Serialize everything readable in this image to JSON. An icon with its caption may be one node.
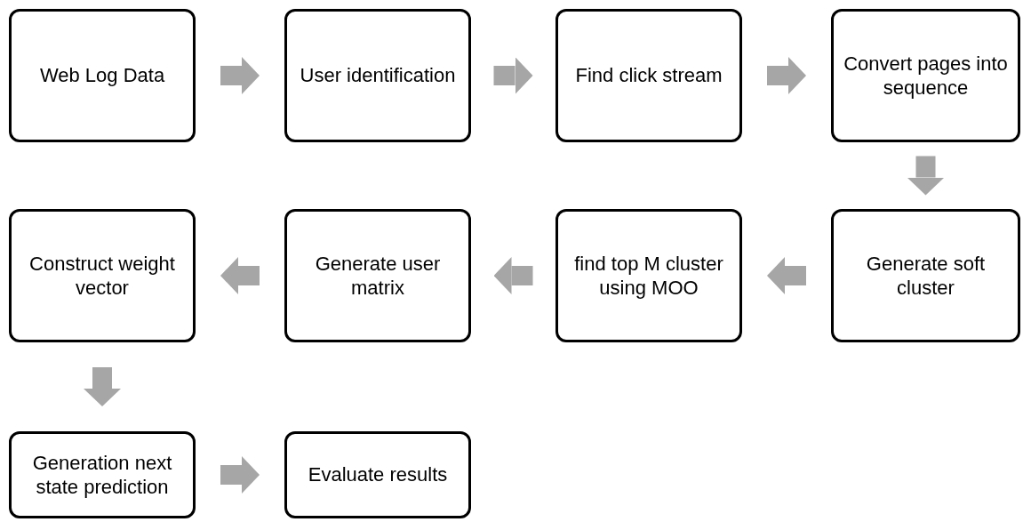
{
  "diagram": {
    "nodes": [
      {
        "text": [
          "Web Log Data"
        ]
      },
      {
        "text": [
          "User identification"
        ]
      },
      {
        "text": [
          "Find click stream"
        ]
      },
      {
        "text": [
          "Convert pages into sequence"
        ]
      },
      {
        "text": [
          "Generate soft cluster"
        ]
      },
      {
        "text": [
          "find top M cluster using MOO"
        ]
      },
      {
        "text": [
          "Generate user matrix"
        ]
      },
      {
        "text": [
          "Construct weight vector"
        ]
      },
      {
        "text": [
          "Generation next state prediction"
        ]
      },
      {
        "text": [
          "Evaluate results"
        ]
      }
    ],
    "edges": [
      {
        "from": 0,
        "to": 1,
        "arrow": "to"
      },
      {
        "from": 1,
        "to": 2,
        "arrow": "to"
      },
      {
        "from": 2,
        "to": 3,
        "arrow": "to"
      },
      {
        "from": 3,
        "to": 4,
        "arrow": "to"
      },
      {
        "from": 4,
        "to": 5,
        "arrow": "to"
      },
      {
        "from": 5,
        "to": 6,
        "arrow": "to"
      },
      {
        "from": 6,
        "to": 7,
        "arrow": "to"
      },
      {
        "from": 7,
        "to": 8,
        "arrow": "to"
      },
      {
        "from": 8,
        "to": 9,
        "arrow": "to"
      }
    ]
  }
}
